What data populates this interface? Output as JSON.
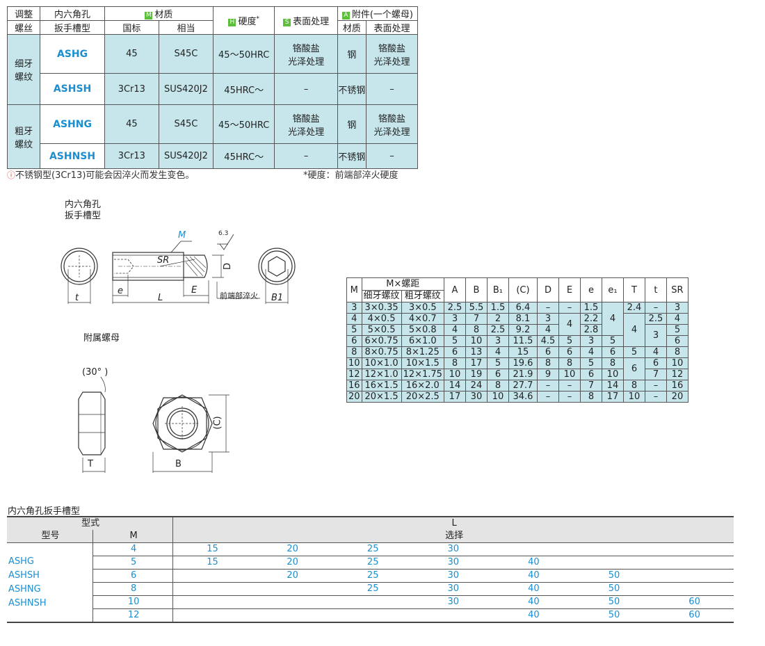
{
  "top_table": {
    "headers": {
      "adjust": "调整",
      "thread": "螺丝",
      "socket1": "内六角孔",
      "socket2": "扳手槽型",
      "material_tag": "M",
      "material": "材质",
      "gb": "国标",
      "equiv": "相当",
      "hardness_tag": "H",
      "hardness": "硬度",
      "hardness_mark": "*",
      "surface_tag": "S",
      "surface": "表面处理",
      "acc_tag": "A",
      "accessory": "附件(一个螺母)",
      "acc_material": "材质",
      "acc_surface": "表面处理"
    },
    "groups": [
      {
        "name1": "细牙",
        "name2": "螺纹"
      },
      {
        "name1": "粗牙",
        "name2": "螺纹"
      }
    ],
    "rows": [
      {
        "model": "ASHG",
        "gb": "45",
        "equiv": "S45C",
        "hardness": "45～50HRC",
        "surface1": "铬酸盐",
        "surface2": "光泽处理",
        "acc_material": "钢",
        "acc_surface1": "铬酸盐",
        "acc_surface2": "光泽处理"
      },
      {
        "model": "ASHSH",
        "gb": "3Cr13",
        "equiv": "SUS420J2",
        "hardness": "45HRC～",
        "surface1": "–",
        "surface2": "",
        "acc_material": "不锈钢",
        "acc_surface1": "–",
        "acc_surface2": ""
      },
      {
        "model": "ASHNG",
        "gb": "45",
        "equiv": "S45C",
        "hardness": "45～50HRC",
        "surface1": "铬酸盐",
        "surface2": "光泽处理",
        "acc_material": "钢",
        "acc_surface1": "铬酸盐",
        "acc_surface2": "光泽处理"
      },
      {
        "model": "ASHNSH",
        "gb": "3Cr13",
        "equiv": "SUS420J2",
        "hardness": "45HRC～",
        "surface1": "–",
        "surface2": "",
        "acc_material": "不锈钢",
        "acc_surface1": "–",
        "acc_surface2": ""
      }
    ]
  },
  "notes": {
    "warning_icon": "warning-circle-icon",
    "warning": "不锈钢型(3Cr13)可能会因淬火而发生变色。",
    "hardness_note": "*硬度：前端部淬火硬度"
  },
  "drawing": {
    "title1": "内六角孔",
    "title2": "扳手槽型",
    "label_M": "M",
    "label_SR": "SR",
    "label_D": "D",
    "label_t": "t",
    "label_e": "e",
    "label_L": "L",
    "label_E": "E",
    "label_B1": "B1",
    "roughness": "6.3",
    "tip_note": "前端部淬火",
    "nut_title": "附属螺母",
    "label_angle": "(30°  )",
    "label_T": "T",
    "label_B": "B",
    "label_C": "(C)"
  },
  "dim_table": {
    "headers": {
      "M": "M",
      "pitch": "M×螺距",
      "fine": "细牙螺纹",
      "coarse": "粗牙螺纹",
      "A": "A",
      "B": "B",
      "B1": "B₁",
      "C": "(C)",
      "D": "D",
      "E": "E",
      "e": "e",
      "e1": "e₁",
      "T": "T",
      "t": "t",
      "SR": "SR"
    },
    "rows": [
      {
        "M": "3",
        "fine": "3×0.35",
        "coarse": "3×0.5",
        "A": "2.5",
        "B": "5.5",
        "B1": "1.5",
        "C": "6.4",
        "D": "–",
        "E": "–",
        "e": "1.5",
        "e1": "",
        "T": "2.4",
        "t": "–",
        "SR": "3"
      },
      {
        "M": "4",
        "fine": "4×0.5",
        "coarse": "4×0.7",
        "A": "3",
        "B": "7",
        "B1": "2",
        "C": "8.1",
        "D": "3",
        "E": "4",
        "e": "2.2",
        "e1": "4",
        "T": "",
        "t": "2.5",
        "SR": "4"
      },
      {
        "M": "5",
        "fine": "5×0.5",
        "coarse": "5×0.8",
        "A": "4",
        "B": "8",
        "B1": "2.5",
        "C": "9.2",
        "D": "4",
        "E": "",
        "e": "2.8",
        "e1": "",
        "T": "4",
        "t": "3",
        "SR": "5"
      },
      {
        "M": "6",
        "fine": "6×0.75",
        "coarse": "6×1.0",
        "A": "5",
        "B": "10",
        "B1": "3",
        "C": "11.5",
        "D": "4.5",
        "E": "5",
        "e": "3",
        "e1": "5",
        "T": "",
        "t": "",
        "SR": "6"
      },
      {
        "M": "8",
        "fine": "8×0.75",
        "coarse": "8×1.25",
        "A": "6",
        "B": "13",
        "B1": "4",
        "C": "15",
        "D": "6",
        "E": "6",
        "e": "4",
        "e1": "6",
        "T": "5",
        "t": "4",
        "SR": "8"
      },
      {
        "M": "10",
        "fine": "10×1.0",
        "coarse": "10×1.5",
        "A": "8",
        "B": "17",
        "B1": "5",
        "C": "19.6",
        "D": "8",
        "E": "8",
        "e": "5",
        "e1": "8",
        "T": "6",
        "t": "6",
        "SR": "10"
      },
      {
        "M": "12",
        "fine": "12×1.0",
        "coarse": "12×1.75",
        "A": "10",
        "B": "19",
        "B1": "6",
        "C": "21.9",
        "D": "9",
        "E": "10",
        "e": "6",
        "e1": "10",
        "T": "",
        "t": "7",
        "SR": "12"
      },
      {
        "M": "16",
        "fine": "16×1.5",
        "coarse": "16×2.0",
        "A": "14",
        "B": "24",
        "B1": "8",
        "C": "27.7",
        "D": "–",
        "E": "–",
        "e": "7",
        "e1": "14",
        "T": "8",
        "t": "–",
        "SR": "16"
      },
      {
        "M": "20",
        "fine": "20×1.5",
        "coarse": "20×2.5",
        "A": "17",
        "B": "30",
        "B1": "10",
        "C": "34.6",
        "D": "–",
        "E": "–",
        "e": "8",
        "e1": "17",
        "T": "10",
        "t": "–",
        "SR": "20"
      }
    ]
  },
  "bottom_table": {
    "title": "内六角孔扳手槽型",
    "h_type": "型式",
    "h_L": "L",
    "h_model": "型号",
    "h_M": "M",
    "h_select": "选择",
    "models": [
      "ASHG",
      "ASHSH",
      "ASHNG",
      "ASHNSH"
    ],
    "rows": [
      {
        "M": "4",
        "L": [
          "15",
          "20",
          "25",
          "30",
          "",
          "",
          ""
        ]
      },
      {
        "M": "5",
        "L": [
          "15",
          "20",
          "25",
          "30",
          "40",
          "",
          ""
        ]
      },
      {
        "M": "6",
        "L": [
          "",
          "20",
          "25",
          "30",
          "40",
          "50",
          ""
        ]
      },
      {
        "M": "8",
        "L": [
          "",
          "",
          "25",
          "30",
          "40",
          "50",
          ""
        ]
      },
      {
        "M": "10",
        "L": [
          "",
          "",
          "",
          "30",
          "40",
          "50",
          "60"
        ]
      },
      {
        "M": "12",
        "L": [
          "",
          "",
          "",
          "",
          "40",
          "50",
          "60"
        ]
      }
    ]
  }
}
